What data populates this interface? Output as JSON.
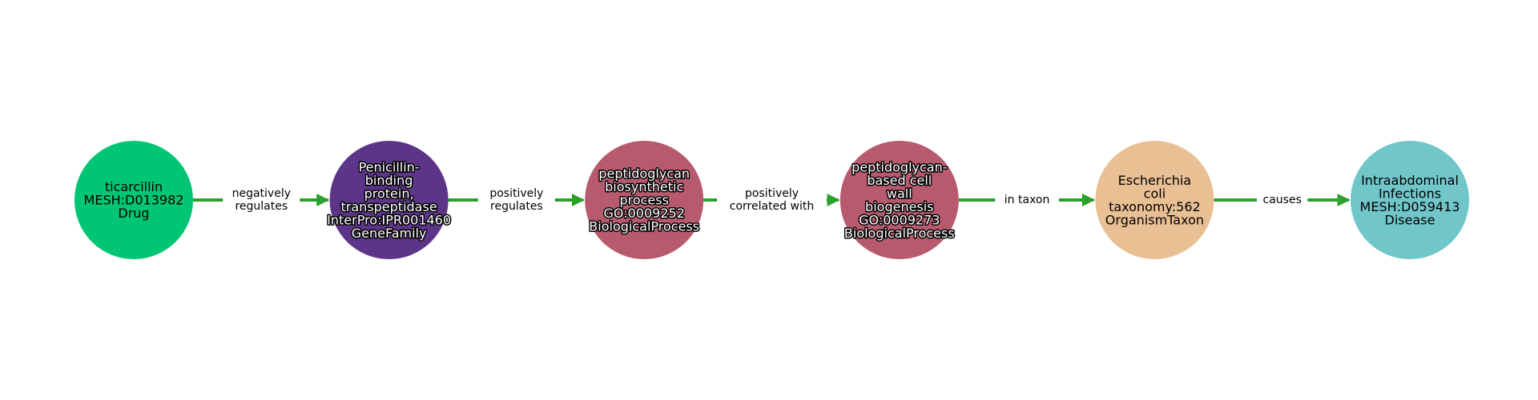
{
  "colors": {
    "edge": "#2ca02c",
    "edge_label_bg": "#ffffff",
    "background": "#ffffff"
  },
  "nodes": [
    {
      "id": "ticarcillin",
      "lines": [
        "ticarcillin",
        "MESH:D013982",
        "Drug"
      ],
      "color": "#00c572",
      "text_color": "#000000",
      "halo": false
    },
    {
      "id": "pbp",
      "lines": [
        "Penicillin-",
        "binding",
        "protein,",
        "transpeptidase",
        "InterPro:IPR001460",
        "GeneFamily"
      ],
      "color": "#5c3589",
      "text_color": "#ffffff",
      "halo": true
    },
    {
      "id": "pg-biosynthetic",
      "lines": [
        "peptidoglycan",
        "biosynthetic",
        "process",
        "GO:0009252",
        "BiologicalProcess"
      ],
      "color": "#b85a6e",
      "text_color": "#ffffff",
      "halo": true
    },
    {
      "id": "pg-cell-wall",
      "lines": [
        "peptidoglycan-",
        "based cell",
        "wall",
        "biogenesis",
        "GO:0009273",
        "BiologicalProcess"
      ],
      "color": "#b85a6e",
      "text_color": "#ffffff",
      "halo": true
    },
    {
      "id": "ecoli",
      "lines": [
        "Escherichia",
        "coli",
        "taxonomy:562",
        "OrganismTaxon"
      ],
      "color": "#e9bf94",
      "text_color": "#000000",
      "halo": false
    },
    {
      "id": "intraabdominal",
      "lines": [
        "Intraabdominal",
        "Infections",
        "MESH:D059413",
        "Disease"
      ],
      "color": "#71c6ca",
      "text_color": "#000000",
      "halo": false
    }
  ],
  "edges": [
    {
      "from": 0,
      "to": 1,
      "lines": [
        "negatively",
        "regulates"
      ]
    },
    {
      "from": 1,
      "to": 2,
      "lines": [
        "positively",
        "regulates"
      ]
    },
    {
      "from": 2,
      "to": 3,
      "lines": [
        "positively",
        "correlated with"
      ]
    },
    {
      "from": 3,
      "to": 4,
      "lines": [
        "in taxon"
      ]
    },
    {
      "from": 4,
      "to": 5,
      "lines": [
        "causes"
      ]
    }
  ]
}
